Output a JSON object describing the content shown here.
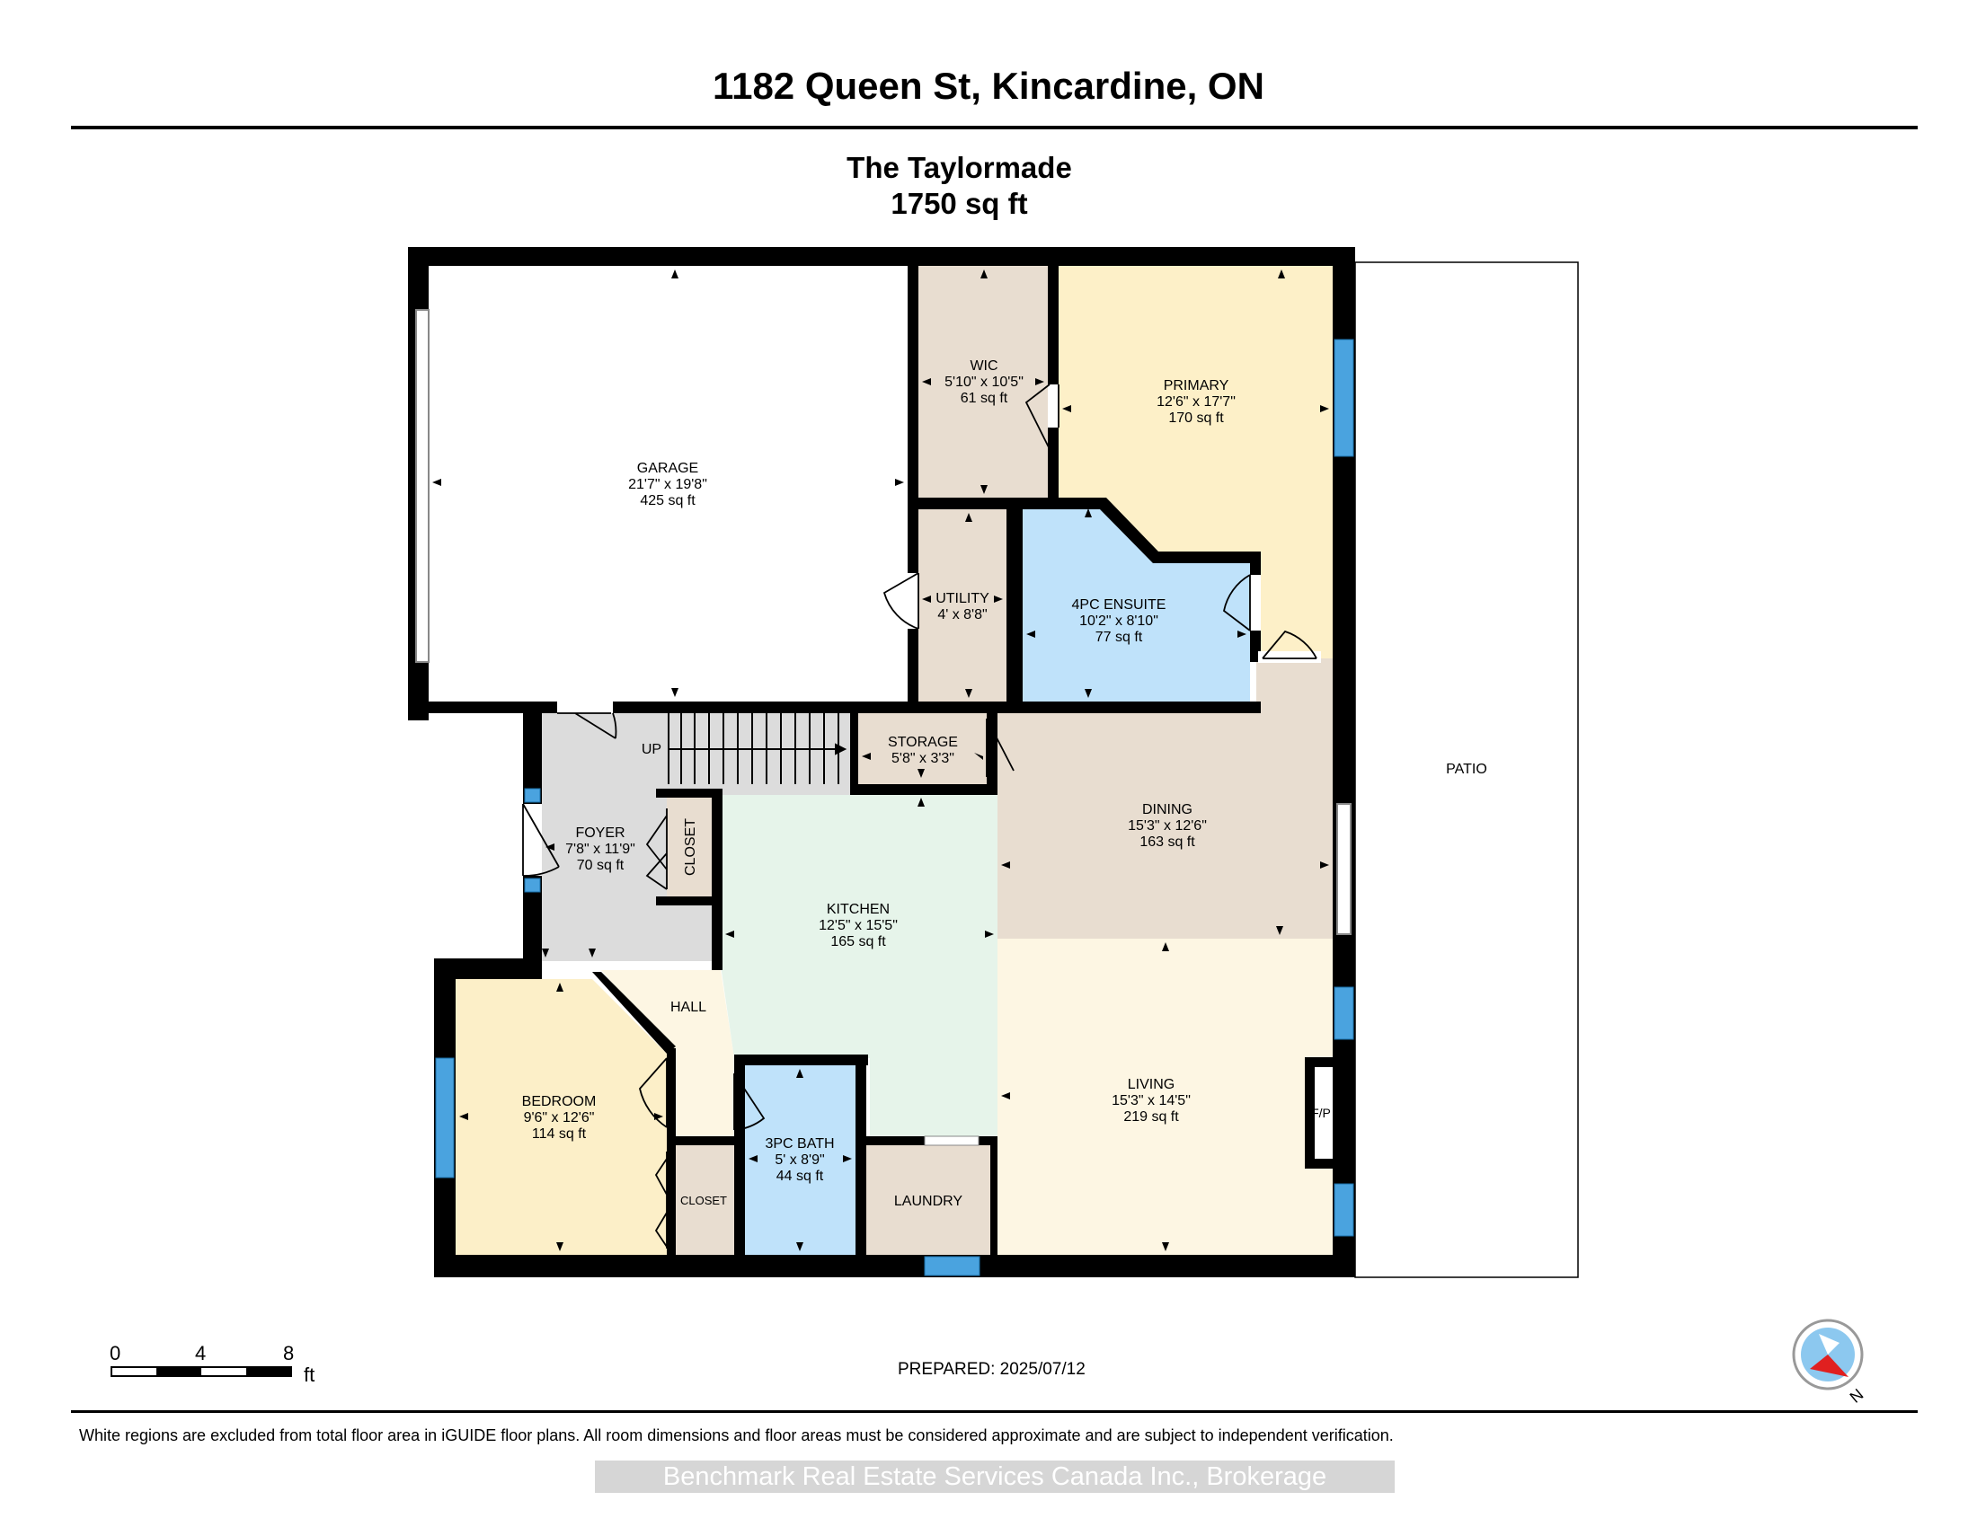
{
  "page": {
    "title": "1182 Queen St, Kincardine, ON",
    "plan_name": "The Taylormade",
    "total_area": "1750 sq ft",
    "prepared": "PREPARED: 2025/07/12",
    "disclaimer": "White regions are excluded from total floor area in iGUIDE floor plans. All room dimensions and floor areas must be considered approximate and are subject to independent verification.",
    "watermark": "Benchmark Real Estate Services Canada Inc., Brokerage"
  },
  "scale_bar": {
    "ticks": [
      "0",
      "4",
      "8"
    ],
    "unit": "ft"
  },
  "compass": {
    "label": "N"
  },
  "colors": {
    "wall": "#000000",
    "window": "#4aa3df",
    "garage": "#ffffff",
    "wic": "#e8ddd0",
    "primary": "#fdf0c8",
    "utility": "#e8ddd0",
    "ensuite": "#bfe2fa",
    "storage": "#e8ddd0",
    "dining": "#e8ddd0",
    "foyer": "#dcdcdc",
    "kitchen": "#e6f4ea",
    "hall": "#fdf6e3",
    "bedroom": "#fcefc8",
    "closet": "#e8ddd0",
    "bath": "#bfe2fa",
    "laundry": "#e8ddd0",
    "living": "#fdf6e3"
  },
  "rooms": {
    "garage": {
      "name": "GARAGE",
      "dims": "21'7\" x 19'8\"",
      "area": "425 sq ft"
    },
    "wic": {
      "name": "WIC",
      "dims": "5'10\" x 10'5\"",
      "area": "61 sq ft"
    },
    "primary": {
      "name": "PRIMARY",
      "dims": "12'6\" x 17'7\"",
      "area": "170 sq ft"
    },
    "utility": {
      "name": "UTILITY",
      "dims": "4' x 8'8\""
    },
    "ensuite": {
      "name": "4PC ENSUITE",
      "dims": "10'2\" x 8'10\"",
      "area": "77 sq ft"
    },
    "storage": {
      "name": "STORAGE",
      "dims": "5'8\" x 3'3\""
    },
    "dining": {
      "name": "DINING",
      "dims": "15'3\" x 12'6\"",
      "area": "163 sq ft"
    },
    "foyer": {
      "name": "FOYER",
      "dims": "7'8\" x 11'9\"",
      "area": "70 sq ft"
    },
    "foyer_closet": {
      "name": "CLOSET"
    },
    "kitchen": {
      "name": "KITCHEN",
      "dims": "12'5\" x 15'5\"",
      "area": "165 sq ft"
    },
    "hall": {
      "name": "HALL"
    },
    "bedroom": {
      "name": "BEDROOM",
      "dims": "9'6\" x 12'6\"",
      "area": "114 sq ft"
    },
    "bedroom_closet": {
      "name": "CLOSET"
    },
    "bath": {
      "name": "3PC BATH",
      "dims": "5' x 8'9\"",
      "area": "44 sq ft"
    },
    "laundry": {
      "name": "LAUNDRY"
    },
    "living": {
      "name": "LIVING",
      "dims": "15'3\" x 14'5\"",
      "area": "219 sq ft"
    },
    "patio": {
      "name": "PATIO"
    },
    "stairs": {
      "label": "UP"
    },
    "fireplace": {
      "label": "F/P"
    }
  }
}
